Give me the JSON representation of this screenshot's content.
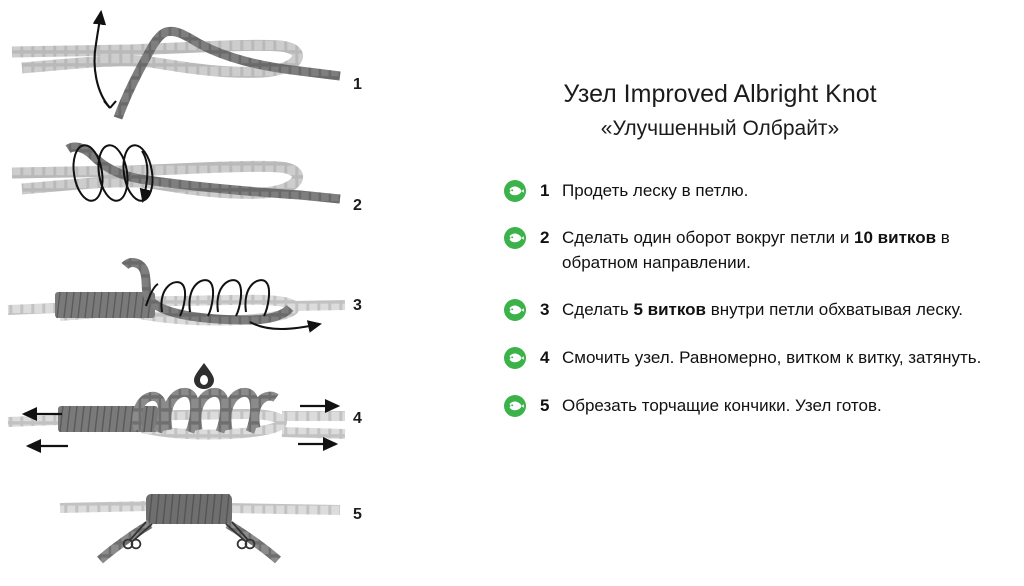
{
  "header": {
    "title": "Узел Improved Albright Knot",
    "subtitle": "«Улучшенный Олбрайт»"
  },
  "colors": {
    "bullet_green": "#3cb24a",
    "bullet_fish": "#ffffff",
    "text": "#111111",
    "background": "#ffffff",
    "braid_light": "#b9b9b9",
    "braid_dark": "#6e6e6e",
    "arrow_black": "#111111"
  },
  "steps": [
    {
      "number": "1",
      "icon": "fish-icon",
      "parts": [
        {
          "text": "Продеть леску в петлю.",
          "bold": false
        }
      ]
    },
    {
      "number": "2",
      "icon": "fish-icon",
      "parts": [
        {
          "text": "Сделать один оборот вокруг петли и ",
          "bold": false
        },
        {
          "text": "10 витков",
          "bold": true
        },
        {
          "text": " в обратном направлении.",
          "bold": false
        }
      ]
    },
    {
      "number": "3",
      "icon": "fish-icon",
      "parts": [
        {
          "text": "Сделать ",
          "bold": false
        },
        {
          "text": "5 витков",
          "bold": true
        },
        {
          "text": " внутри петли обхватывая леску.",
          "bold": false
        }
      ]
    },
    {
      "number": "4",
      "icon": "fish-icon",
      "parts": [
        {
          "text": "Смочить узел. Равномерно, витком к витку, затянуть.",
          "bold": false
        }
      ]
    },
    {
      "number": "5",
      "icon": "fish-icon",
      "parts": [
        {
          "text": "Обрезать торчащие кончики. Узел готов.",
          "bold": false
        }
      ]
    }
  ],
  "diagram": {
    "figures": [
      {
        "number": "1",
        "caption_label": "1",
        "description": "leska-threaded-through-loop"
      },
      {
        "number": "2",
        "caption_label": "2",
        "description": "ten-wraps-reverse-direction"
      },
      {
        "number": "3",
        "caption_label": "3",
        "description": "five-wraps-inside-loop"
      },
      {
        "number": "4",
        "caption_label": "4",
        "description": "wet-and-tighten-knot"
      },
      {
        "number": "5",
        "caption_label": "5",
        "description": "trim-tag-ends-scissors"
      }
    ]
  }
}
